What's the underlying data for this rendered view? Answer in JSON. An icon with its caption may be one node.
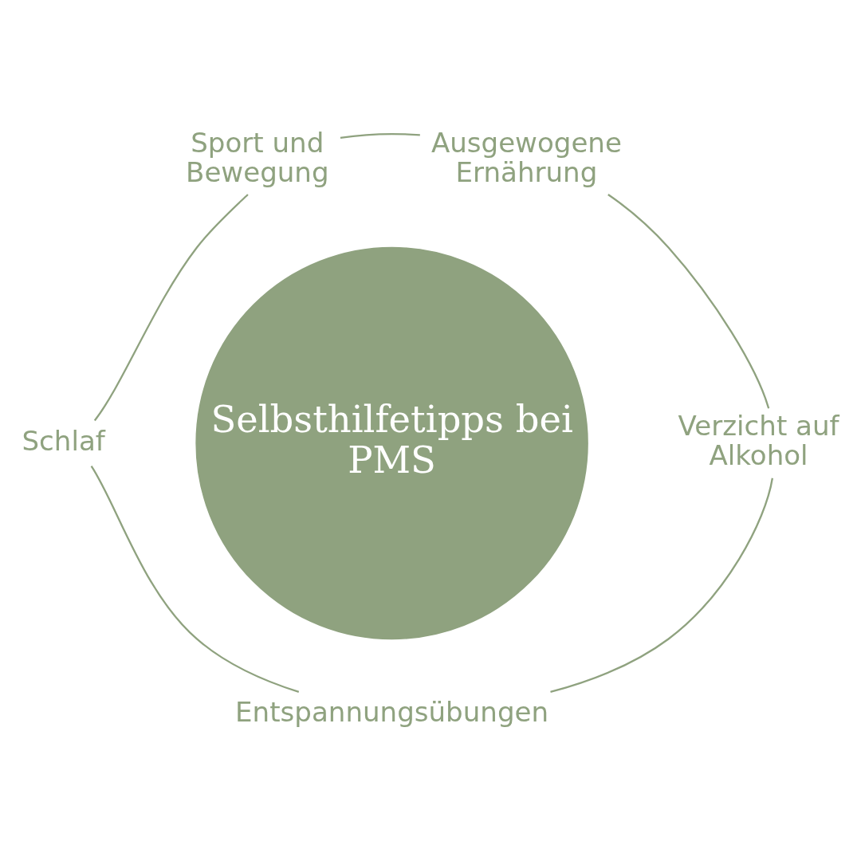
{
  "diagram": {
    "nodes": [
      {
        "text": [
          "Selbsthilfetipps bei PMS"
        ]
      },
      {
        "text": [
          "Sport und Bewegung"
        ]
      },
      {
        "text": [
          "Ausgewogene Ernährung"
        ]
      },
      {
        "text": [
          "Verzicht auf Alkohol"
        ]
      },
      {
        "text": [
          "Entspannungsübungen"
        ]
      },
      {
        "text": [
          "Schlaf"
        ]
      }
    ],
    "edges": [
      {
        "from": 1,
        "to": 2,
        "arrow": "none"
      },
      {
        "from": 2,
        "to": 3,
        "arrow": "none"
      },
      {
        "from": 3,
        "to": 4,
        "arrow": "none"
      },
      {
        "from": 4,
        "to": 5,
        "arrow": "none"
      },
      {
        "from": 5,
        "to": 1,
        "arrow": "none"
      }
    ]
  }
}
